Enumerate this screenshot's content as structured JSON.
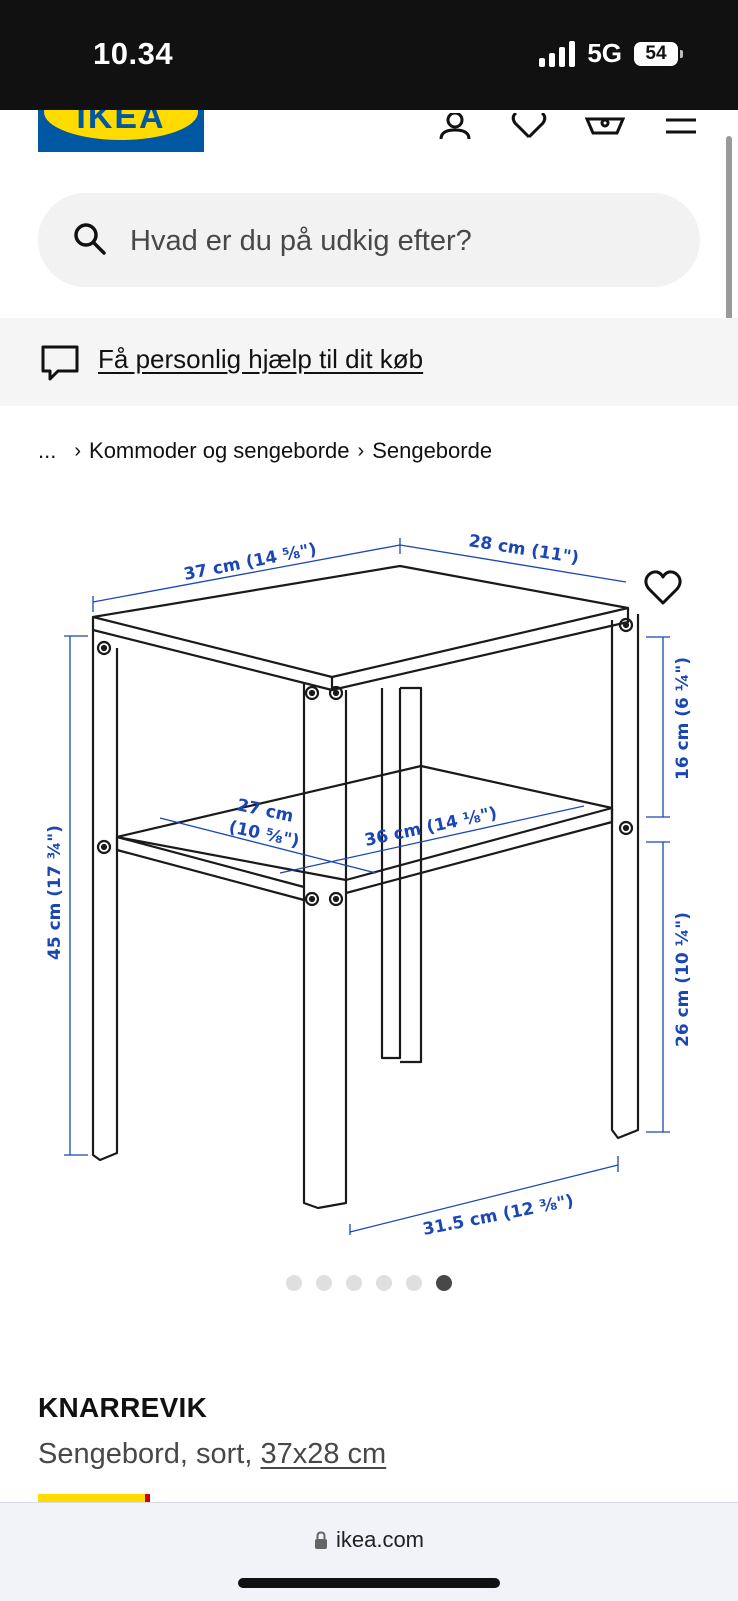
{
  "status_bar": {
    "time": "10.34",
    "network": "5G",
    "battery": "54"
  },
  "header": {
    "logo_text": "IKEA"
  },
  "search": {
    "placeholder": "Hvad er du på udkig efter?"
  },
  "help": {
    "link_text": "Få personlig hjælp til dit køb"
  },
  "breadcrumb": {
    "ellipsis": "...",
    "items": [
      "Kommoder og sengeborde",
      "Sengeborde"
    ]
  },
  "image": {
    "dimensions": {
      "top_width": "37 cm (14 ⅝\")",
      "top_depth": "28 cm (11\")",
      "height": "45 cm (17 ¾\")",
      "upper_height": "16 cm (6 ¼\")",
      "lower_height": "26 cm (10 ¼\")",
      "shelf_depth_cm": "27 cm",
      "shelf_depth_in": "(10 ⅝\")",
      "shelf_width": "36 cm (14 ⅛\")",
      "base_width": "31.5 cm (12 ⅜\")"
    },
    "dot_count": 6,
    "active_dot": 5
  },
  "product": {
    "name": "KNARREVIK",
    "description_prefix": "Sengebord, sort,",
    "size_link": "37x28 cm"
  },
  "browser": {
    "url": "ikea.com"
  },
  "colors": {
    "ikea_blue": "#0058a3",
    "ikea_yellow": "#ffdb00",
    "dimension_blue": "#1a47b5"
  }
}
